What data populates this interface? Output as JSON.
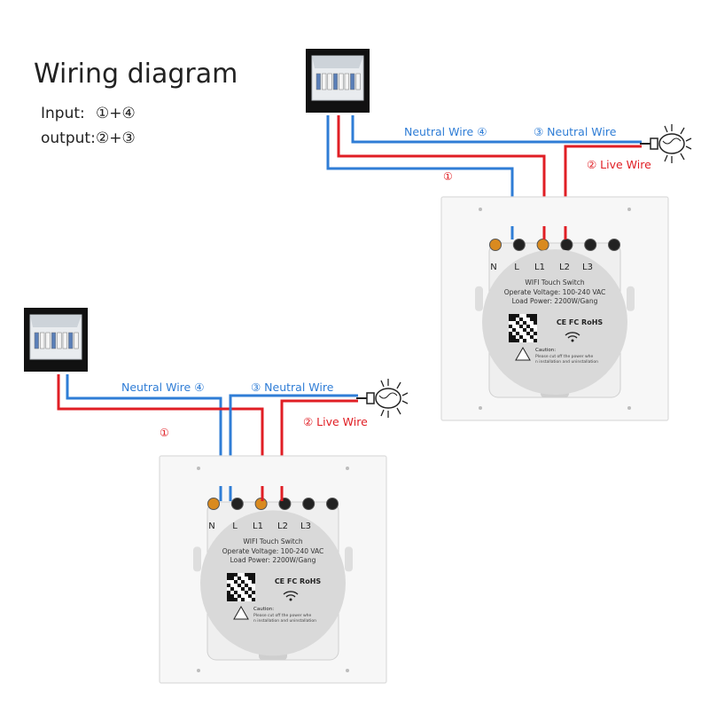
{
  "header": {
    "title": "Wiring diagram",
    "input_label": "Input:",
    "input_value": "①+④",
    "output_label": "output:",
    "output_value": "②+③"
  },
  "colors": {
    "live": "#e01e24",
    "neutral": "#2f7dd6",
    "label_live": "#e01e24",
    "label_neutral": "#2f7dd6",
    "plate": "#f7f7f7",
    "breaker_bg": "#111111"
  },
  "diagrams": [
    {
      "id": "top",
      "neutral_label": "Neutral Wire ④",
      "load_neutral_label": "③ Neutral Wire",
      "live_label": "② Live Wire",
      "feed_label": "①",
      "switch": {
        "terminals": [
          "N",
          "L",
          "L1",
          "L2",
          "L3"
        ],
        "model": "WIFI Touch Switch",
        "voltage": "Operate Voltage: 100-240 VAC",
        "power": "Load Power: 2200W/Gang",
        "certs": "CE FC RoHS",
        "caution_title": "Caution:",
        "caution_text": "Please cut off the power when installation and uninstallation"
      }
    },
    {
      "id": "bottom",
      "neutral_label": "Neutral Wire ④",
      "load_neutral_label": "③ Neutral Wire",
      "live_label": "② Live Wire",
      "feed_label": "①",
      "switch": {
        "terminals": [
          "N",
          "L",
          "L1",
          "L2",
          "L3"
        ],
        "model": "WIFI Touch Switch",
        "voltage": "Operate Voltage: 100-240 VAC",
        "power": "Load Power: 2200W/Gang",
        "certs": "CE FC RoHS",
        "caution_title": "Caution:",
        "caution_text": "Please cut off the power when installation and uninstallation"
      }
    }
  ]
}
